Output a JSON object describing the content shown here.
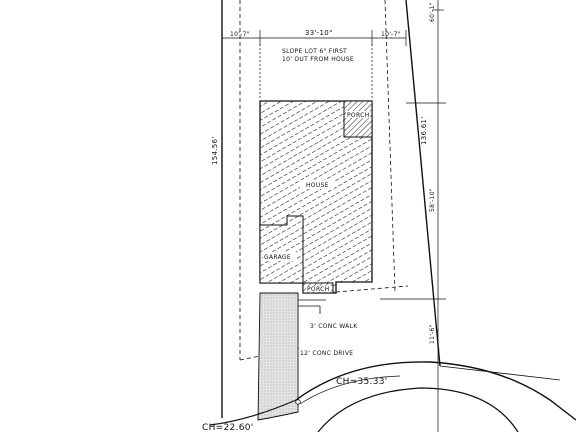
{
  "plan": {
    "width_label": "33'-10\"",
    "left_setback": "10'-7\"",
    "right_setback": "10'-7\"",
    "note_line1": "SLOPE LOT 6\" FIRST",
    "note_line2": "10' OUT FROM HOUSE",
    "left_lot_length": "154.56'",
    "right_lot_length": "136.61'",
    "rear_dim": "60'-1\"",
    "house_depth": "58'-10\"",
    "front_setback": "11'-6\"",
    "house_label": "HOUSE",
    "garage_label": "GARAGE",
    "rear_porch_label": "PORCH",
    "front_porch_label": "PORCH",
    "walk_label": "3' CONC WALK",
    "drive_label": "12' CONC DRIVE",
    "chord_right": "CH=35.33'",
    "chord_left": "CH=22.60'"
  }
}
